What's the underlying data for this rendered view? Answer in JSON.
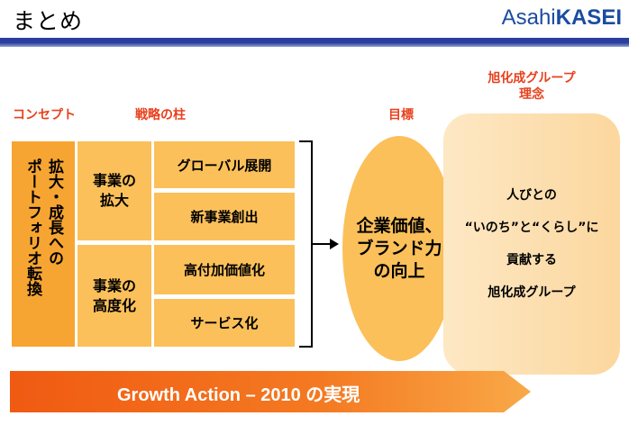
{
  "header": {
    "title": "まとめ",
    "logo_light": "Asahi",
    "logo_bold": "KASEI",
    "brand_color": "#1a4da0"
  },
  "labels": {
    "concept": "コンセプト",
    "pillars": "戦略の柱",
    "goal": "目標",
    "philosophy": "旭化成グループ\n理念"
  },
  "concept": {
    "text": "拡大・成長への\nポートフォリオ転換"
  },
  "pillars": [
    {
      "label": "事業の\n拡大",
      "strategies": [
        "グローバル展開",
        "新事業創出"
      ]
    },
    {
      "label": "事業の\n高度化",
      "strategies": [
        "高付加価値化",
        "サービス化"
      ]
    }
  ],
  "goal": {
    "text": "企業価値、\nブランド力\nの向上"
  },
  "philosophy": {
    "text": "人びとの\n“いのち”と“くらし”に\n貢献する\n旭化成グループ"
  },
  "banner": {
    "text": "Growth Action – 2010 の実現"
  },
  "colors": {
    "accent_label": "#e8401c",
    "box": "#fbc05a",
    "box_dark": "#f7a532",
    "banner": "#f06a1a"
  }
}
